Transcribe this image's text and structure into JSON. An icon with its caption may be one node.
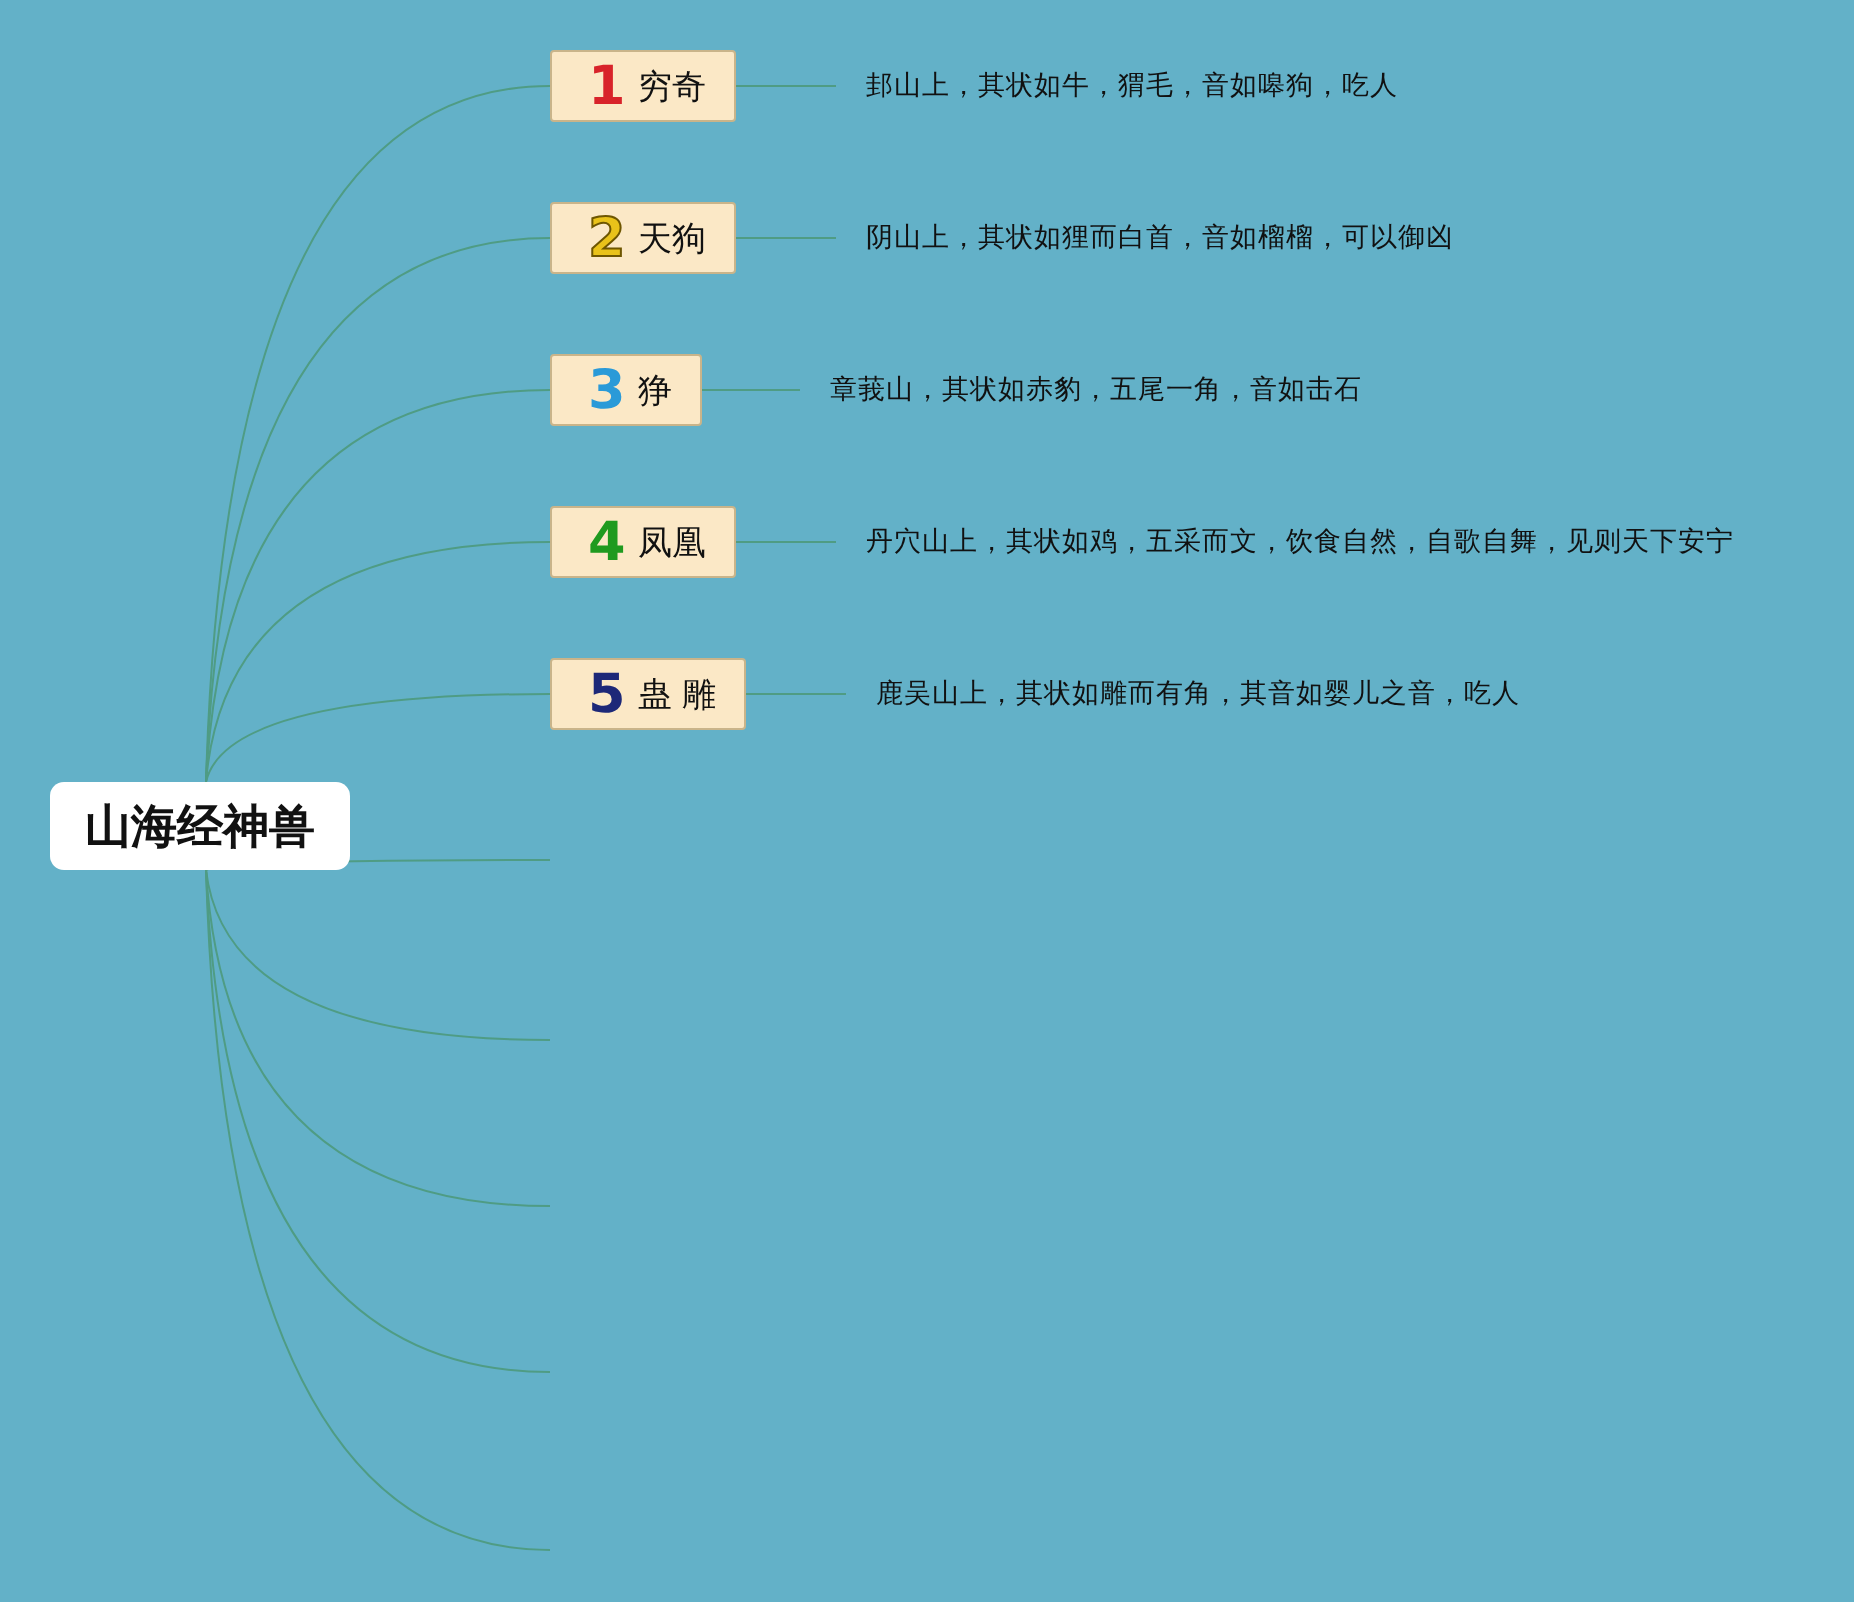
{
  "diagram": {
    "nodes": [
      {
        "text": [
          "山海经神兽"
        ]
      },
      {
        "text": [
          "1",
          "穷奇"
        ]
      },
      {
        "text": [
          "2",
          "天狗"
        ]
      },
      {
        "text": [
          "3",
          "狰"
        ]
      },
      {
        "text": [
          "4",
          "凤凰"
        ]
      },
      {
        "text": [
          "5",
          "蛊 雕"
        ]
      },
      {
        "text": [
          "邽山上，其状如牛，猬毛，音如嗥狗，吃人"
        ]
      },
      {
        "text": [
          "阴山上，其状如狸而白首，音如榴榴，可以御凶"
        ]
      },
      {
        "text": [
          "章莪山，其状如赤豹，五尾一角，音如击石"
        ]
      },
      {
        "text": [
          "丹穴山上，其状如鸡，五采而文，饮食自然，自歌自舞，见则天下安宁"
        ]
      },
      {
        "text": [
          "鹿吴山上，其状如雕而有角，其音如婴儿之音，吃人"
        ]
      }
    ],
    "edges": [
      {
        "from": 0,
        "to": 1,
        "arrow": "none"
      },
      {
        "from": 0,
        "to": 2,
        "arrow": "none"
      },
      {
        "from": 0,
        "to": 3,
        "arrow": "none"
      },
      {
        "from": 0,
        "to": 4,
        "arrow": "none"
      },
      {
        "from": 0,
        "to": 5,
        "arrow": "none"
      },
      {
        "from": 1,
        "to": 6,
        "arrow": "none"
      },
      {
        "from": 2,
        "to": 7,
        "arrow": "none"
      },
      {
        "from": 3,
        "to": 8,
        "arrow": "none"
      },
      {
        "from": 4,
        "to": 9,
        "arrow": "none"
      },
      {
        "from": 5,
        "to": 10,
        "arrow": "none"
      },
      {
        "from": 0,
        "to": null,
        "arrow": "none"
      },
      {
        "from": 0,
        "to": null,
        "arrow": "none"
      },
      {
        "from": 0,
        "to": null,
        "arrow": "none"
      },
      {
        "from": 0,
        "to": null,
        "arrow": "none"
      },
      {
        "from": 0,
        "to": null,
        "arrow": "none"
      }
    ]
  }
}
